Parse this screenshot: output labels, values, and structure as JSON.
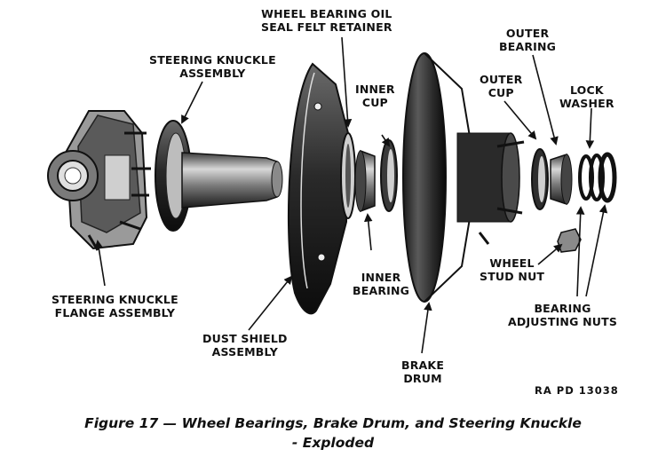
{
  "labels": {
    "seal_retainer_1": "WHEEL BEARING OIL",
    "seal_retainer_2": "SEAL FELT RETAINER",
    "steering_knuckle_1": "STEERING KNUCKLE",
    "steering_knuckle_2": "ASSEMBLY",
    "inner_cup_1": "INNER",
    "inner_cup_2": "CUP",
    "outer_bearing_1": "OUTER",
    "outer_bearing_2": "BEARING",
    "outer_cup_1": "OUTER",
    "outer_cup_2": "CUP",
    "lock_washer_1": "LOCK",
    "lock_washer_2": "WASHER",
    "wheel_stud_nut_1": "WHEEL",
    "wheel_stud_nut_2": "STUD NUT",
    "inner_bearing_1": "INNER",
    "inner_bearing_2": "BEARING",
    "flange_1": "STEERING KNUCKLE",
    "flange_2": "FLANGE ASSEMBLY",
    "bearing_adj_1": "BEARING",
    "bearing_adj_2": "ADJUSTING NUTS",
    "dust_shield_1": "DUST SHIELD",
    "dust_shield_2": "ASSEMBLY",
    "brake_drum_1": "BRAKE",
    "brake_drum_2": "DRUM"
  },
  "reference_code": "RA PD 13038",
  "caption": {
    "line1": "Figure 17 — Wheel Bearings, Brake Drum, and Steering Knuckle",
    "line2": "- Exploded"
  }
}
